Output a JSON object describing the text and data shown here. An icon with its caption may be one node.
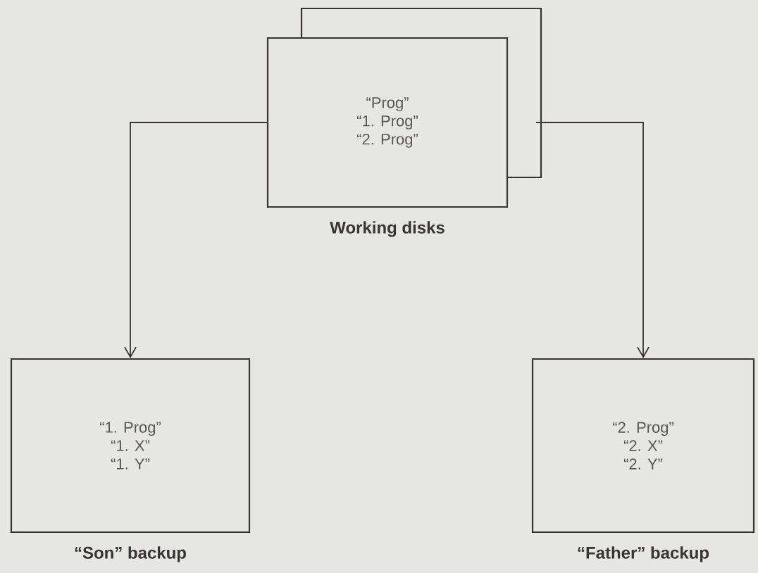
{
  "diagram": {
    "nodes": [
      {
        "text": [
          "“Prog”",
          "“1. Prog”",
          "“2. Prog”",
          "Working disks"
        ]
      },
      {
        "text": [
          "“1. Prog”",
          "“1. X”",
          "“1. Y”",
          "“Son” backup"
        ]
      },
      {
        "text": [
          "“2. Prog”",
          "“2. X”",
          "“2. Y”",
          "“Father” backup"
        ]
      }
    ],
    "edges": [
      {
        "from": 0,
        "to": 1,
        "arrow": "to"
      },
      {
        "from": 0,
        "to": 2,
        "arrow": "to"
      }
    ]
  }
}
